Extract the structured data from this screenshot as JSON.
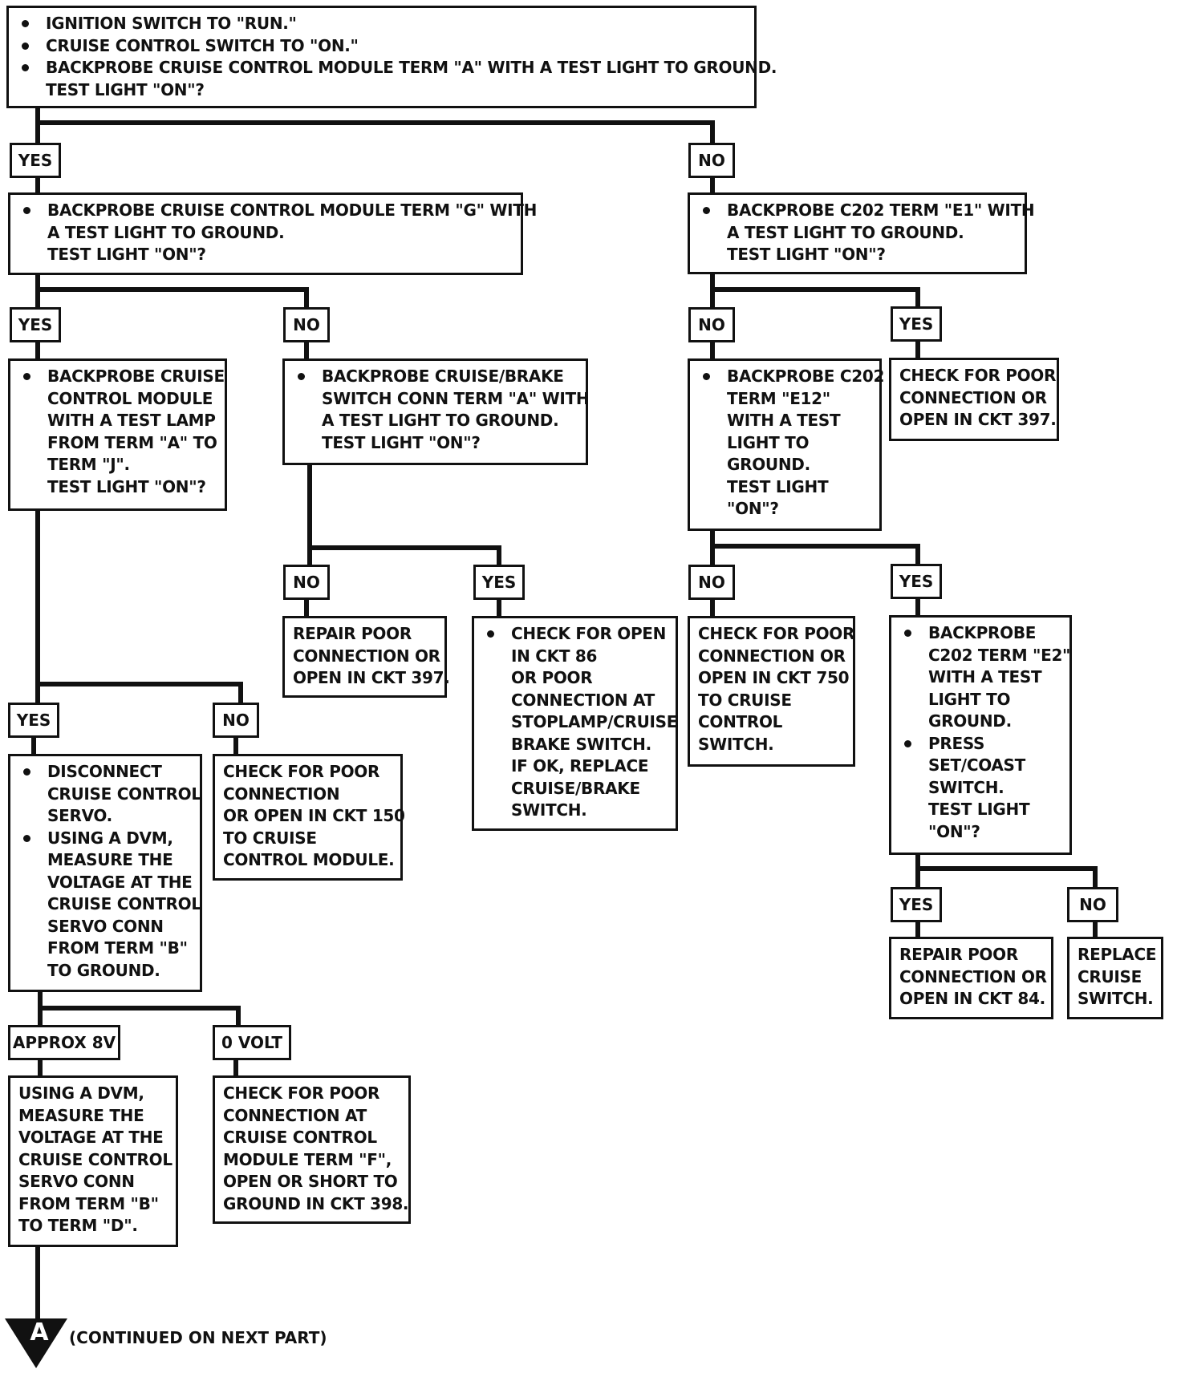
{
  "boxes": {
    "b1": [
      "• IGNITION SWITCH TO \"RUN.\"",
      "• CRUISE CONTROL SWITCH TO \"ON.\"",
      "• BACKPROBE CRUISE CONTROL MODULE TERM \"A\" WITH A TEST LIGHT TO GROUND.",
      "TEST LIGHT \"ON\"?"
    ],
    "b2": [
      "• BACKPROBE CRUISE CONTROL MODULE TERM \"G\" WITH",
      "A TEST LIGHT TO GROUND.",
      "TEST LIGHT \"ON\"?"
    ],
    "b3": [
      "• BACKPROBE C202 TERM \"E1\" WITH",
      "A TEST LIGHT TO GROUND.",
      "TEST LIGHT \"ON\"?"
    ],
    "b4": [
      "• BACKPROBE CRUISE",
      "CONTROL MODULE",
      "WITH A TEST LAMP",
      "FROM TERM \"A\" TO",
      "TERM \"J\".",
      "TEST LIGHT \"ON\"?"
    ],
    "b5": [
      "• BACKPROBE CRUISE/BRAKE",
      "SWITCH CONN TERM \"A\" WITH",
      "A TEST LIGHT TO GROUND.",
      "TEST LIGHT \"ON\"?"
    ],
    "b6": [
      "• BACKPROBE C202",
      "TERM \"E12\"",
      "WITH A TEST",
      "LIGHT TO",
      "GROUND.",
      "TEST LIGHT",
      "\"ON\"?"
    ],
    "b7": [
      "CHECK FOR POOR",
      "CONNECTION OR",
      "OPEN IN CKT 397."
    ],
    "b8": [
      "REPAIR POOR",
      "CONNECTION OR",
      "OPEN IN CKT 397."
    ],
    "b9": [
      "• CHECK FOR OPEN",
      "IN CKT 86",
      "OR POOR",
      "CONNECTION AT",
      "STOPLAMP/CRUISE",
      "BRAKE SWITCH.",
      "IF OK, REPLACE",
      "CRUISE/BRAKE",
      "SWITCH."
    ],
    "b10": [
      "CHECK FOR POOR",
      "CONNECTION OR",
      "OPEN IN CKT 750",
      "TO CRUISE",
      "CONTROL",
      "SWITCH."
    ],
    "b11": [
      "• BACKPROBE",
      "C202 TERM \"E2\"",
      "WITH A TEST",
      "LIGHT TO",
      "GROUND.",
      "• PRESS",
      "SET/COAST",
      "SWITCH.",
      "TEST LIGHT",
      "\"ON\"?"
    ],
    "b12": [
      "• DISCONNECT",
      "CRUISE CONTROL",
      "SERVO.",
      "• USING A DVM,",
      "MEASURE THE",
      "VOLTAGE AT THE",
      "CRUISE CONTROL",
      "SERVO CONN",
      "FROM TERM \"B\"",
      "TO GROUND."
    ],
    "b13": [
      "CHECK FOR POOR",
      "CONNECTION",
      "OR OPEN IN CKT 150",
      "TO CRUISE",
      "CONTROL MODULE."
    ],
    "b14": [
      "REPAIR POOR",
      "CONNECTION OR",
      "OPEN IN CKT 84."
    ],
    "b15": [
      "REPLACE",
      "CRUISE",
      "SWITCH."
    ],
    "b16": [
      "USING A DVM,",
      "MEASURE THE",
      "VOLTAGE AT THE",
      "CRUISE CONTROL",
      "SERVO CONN",
      "FROM TERM \"B\"",
      "TO TERM \"D\"."
    ],
    "b17": [
      "CHECK FOR POOR",
      "CONNECTION AT",
      "CRUISE CONTROL",
      "MODULE TERM \"F\",",
      "OPEN OR SHORT TO",
      "GROUND IN CKT 398."
    ]
  },
  "labels": {
    "l1": "YES",
    "l2": "NO",
    "l3": "YES",
    "l4": "NO",
    "l5": "NO",
    "l6": "YES",
    "l7": "NO",
    "l8": "YES",
    "l9": "NO",
    "l10": "YES",
    "l11": "YES",
    "l12": "NO",
    "l13": "YES",
    "l14": "NO",
    "l15": "APPROX 8V",
    "l16": "0 VOLT"
  },
  "continuation": {
    "connector_letter": "A",
    "text": "(CONTINUED ON NEXT PART)"
  },
  "colors": {
    "ink": "#111111",
    "paper": "#ffffff"
  }
}
